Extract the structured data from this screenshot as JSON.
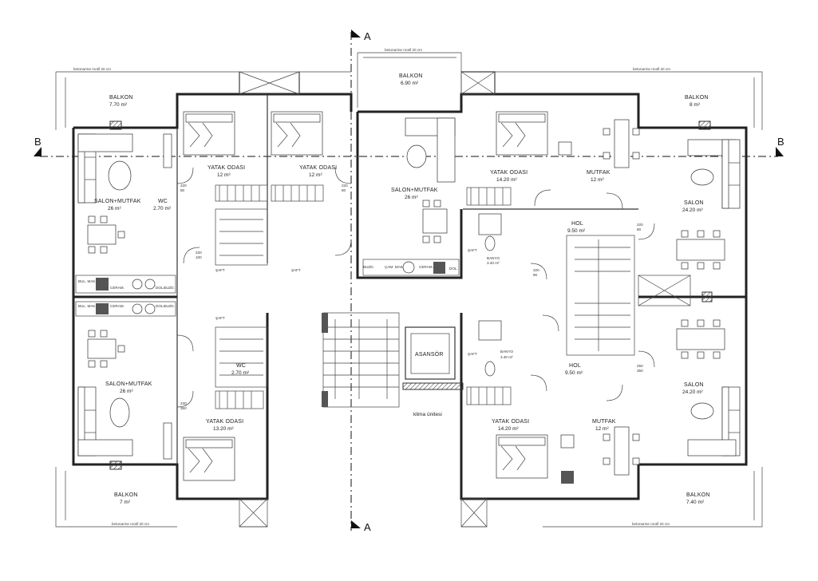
{
  "axis_labels": {
    "a_top": "A",
    "a_bottom": "A",
    "b_left": "B",
    "b_right": "B"
  },
  "notes": {
    "top_left": "betonarme motif 20 cm",
    "top_center": "betonarme motif 20 cm",
    "top_right": "betonarme motif 20 cm",
    "bottom_left": "betonarme motif 20 cm",
    "bottom_right": "betonarme motif 20 cm",
    "klima": "klima ünitesi"
  },
  "rooms": [
    {
      "id": "balkon-tl",
      "name": "BALKON",
      "area": "7.70 m²"
    },
    {
      "id": "yatak-tl1",
      "name": "YATAK ODASI",
      "area": "12 m²"
    },
    {
      "id": "yatak-tl2",
      "name": "YATAK ODASI",
      "area": "12 m²"
    },
    {
      "id": "salon-tl",
      "name": "SALON+MUTFAK",
      "area": "26 m²"
    },
    {
      "id": "wc-tl",
      "name": "WC",
      "area": "2.70 m²"
    },
    {
      "id": "balkon-tc",
      "name": "BALKON",
      "area": "6.90 m²"
    },
    {
      "id": "salon-tc",
      "name": "SALON+MUTFAK",
      "area": "26 m²"
    },
    {
      "id": "yatak-tr",
      "name": "YATAK ODASI",
      "area": "14.20 m²"
    },
    {
      "id": "mutfak-tr",
      "name": "MUTFAK",
      "area": "12 m²"
    },
    {
      "id": "balkon-tr",
      "name": "BALKON",
      "area": "8 m²"
    },
    {
      "id": "salon-tr",
      "name": "SALON",
      "area": "24.20 m²"
    },
    {
      "id": "hol-tr",
      "name": "HOL",
      "area": "9.50 m²"
    },
    {
      "id": "salon-bl",
      "name": "SALON+MUTFAK",
      "area": "26 m²"
    },
    {
      "id": "wc-bl",
      "name": "WC",
      "area": "2.70 m²"
    },
    {
      "id": "yatak-bl",
      "name": "YATAK ODASI",
      "area": "13.20 m²"
    },
    {
      "id": "balkon-bl",
      "name": "BALKON",
      "area": "7 m²"
    },
    {
      "id": "asansor",
      "name": "ASANSÖR",
      "area": ""
    },
    {
      "id": "banyo-br",
      "name": "BANYO",
      "area": "3.40 m²"
    },
    {
      "id": "hol-br",
      "name": "HOL",
      "area": "9.50 m²"
    },
    {
      "id": "yatak-br",
      "name": "YATAK ODASI",
      "area": "14.20 m²"
    },
    {
      "id": "mutfak-br",
      "name": "MUTFAK",
      "area": "12 m²"
    },
    {
      "id": "salon-br",
      "name": "SALON",
      "area": "24.20 m²"
    },
    {
      "id": "balkon-br",
      "name": "BALKON",
      "area": "7.40 m²"
    },
    {
      "id": "banyo-tr",
      "name": "BANYO",
      "area": "3.40 m²"
    }
  ],
  "fixtures": {
    "saft": "ŞAFT",
    "bul_mak": "BUL. MAK.",
    "cam_mak": "ÇAM. MAK.",
    "buzd": "BUZD.",
    "ceram": "CERAM.",
    "dol": "DOL."
  },
  "dims": {
    "door_220": "220",
    "door_230": "230",
    "door_250": "250",
    "door_80": "80",
    "door_90": "90",
    "door_100": "100",
    "door_350": "350"
  }
}
